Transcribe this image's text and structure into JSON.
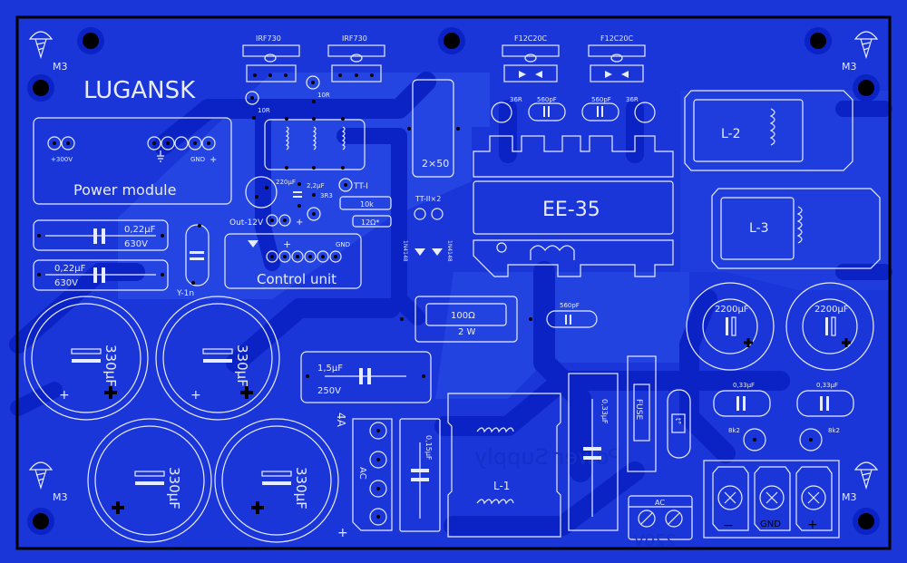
{
  "board": {
    "title": "LUGANSK",
    "colors": {
      "board": "#1a35d8",
      "trace": "#0b22c4",
      "pour": "#2a4de6",
      "silk": "#e8ecff",
      "outline": "#000000"
    },
    "mount_label": "M3",
    "bottom_text": "Power Supply",
    "bottom_text_2": "220V"
  },
  "power_module": {
    "title": "Power module",
    "pin_300v": "+300V",
    "pin_gnd": "GND",
    "pin_plus": "+"
  },
  "caps_630": [
    {
      "value": "0,22µF",
      "voltage": "630V"
    },
    {
      "value": "0,22µF",
      "voltage": "630V"
    }
  ],
  "y_cap": "Y-1n",
  "control_unit": {
    "title": "Control unit",
    "plus": "+",
    "gnd": "GND",
    "out_label": "Out-12V",
    "out_plus": "+"
  },
  "mosfets": [
    "IRF730",
    "IRF730"
  ],
  "gate_resistors": [
    "10R",
    "10R"
  ],
  "small_parts": {
    "c220": "220µF",
    "c22": "2,2µF",
    "r3r3": "3R3",
    "tt1": "TT-I",
    "r10k": "10k",
    "r12": "12Ω*",
    "tt2": "TT-II×2",
    "d1": "1N4148",
    "d2": "1N4148",
    "ct": "2×50"
  },
  "diodes": [
    "F12C20C",
    "F12C20C"
  ],
  "snubbers": [
    {
      "r": "36R",
      "c": "560pF"
    },
    {
      "r": "36R",
      "c": "560pF"
    }
  ],
  "transformer": "EE-35",
  "inductors": [
    "L-2",
    "L-3",
    "L-1"
  ],
  "r100": {
    "value": "100Ω",
    "power": "2 W"
  },
  "c560": "560pF",
  "out_caps": [
    "2200µF",
    "2200µF"
  ],
  "out_film": [
    "0,33µF",
    "0,33µF"
  ],
  "bleed": [
    "8k2",
    "8k2"
  ],
  "bulk_caps": [
    "330µF",
    "330µF",
    "330µF",
    "330µF"
  ],
  "c15": {
    "value": "1,5µF",
    "voltage": "250V"
  },
  "ac_conn": {
    "fuse_rating": "4A",
    "label": "AC"
  },
  "c015": "0,15µF",
  "c033v": "0,33µF",
  "fuse": "FUSE",
  "thermistor": "t°",
  "ac_terminal": "AC",
  "output_terminal": {
    "minus": "−",
    "gnd": "GND",
    "plus": "+"
  }
}
